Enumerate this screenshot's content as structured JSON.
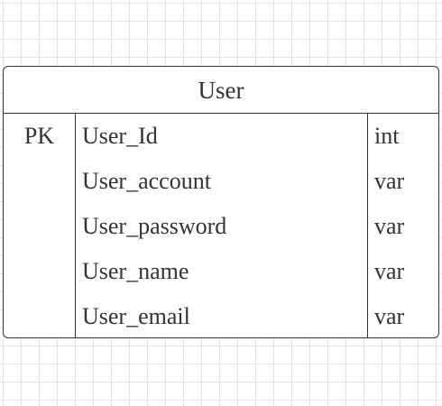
{
  "table": {
    "title": "User",
    "rows": [
      {
        "key": "PK",
        "name": "User_Id",
        "type": "int"
      },
      {
        "key": "",
        "name": "User_account",
        "type": "var"
      },
      {
        "key": "",
        "name": "User_password",
        "type": "var"
      },
      {
        "key": "",
        "name": "User_name",
        "type": "var"
      },
      {
        "key": "",
        "name": "User_email",
        "type": "var"
      }
    ]
  }
}
